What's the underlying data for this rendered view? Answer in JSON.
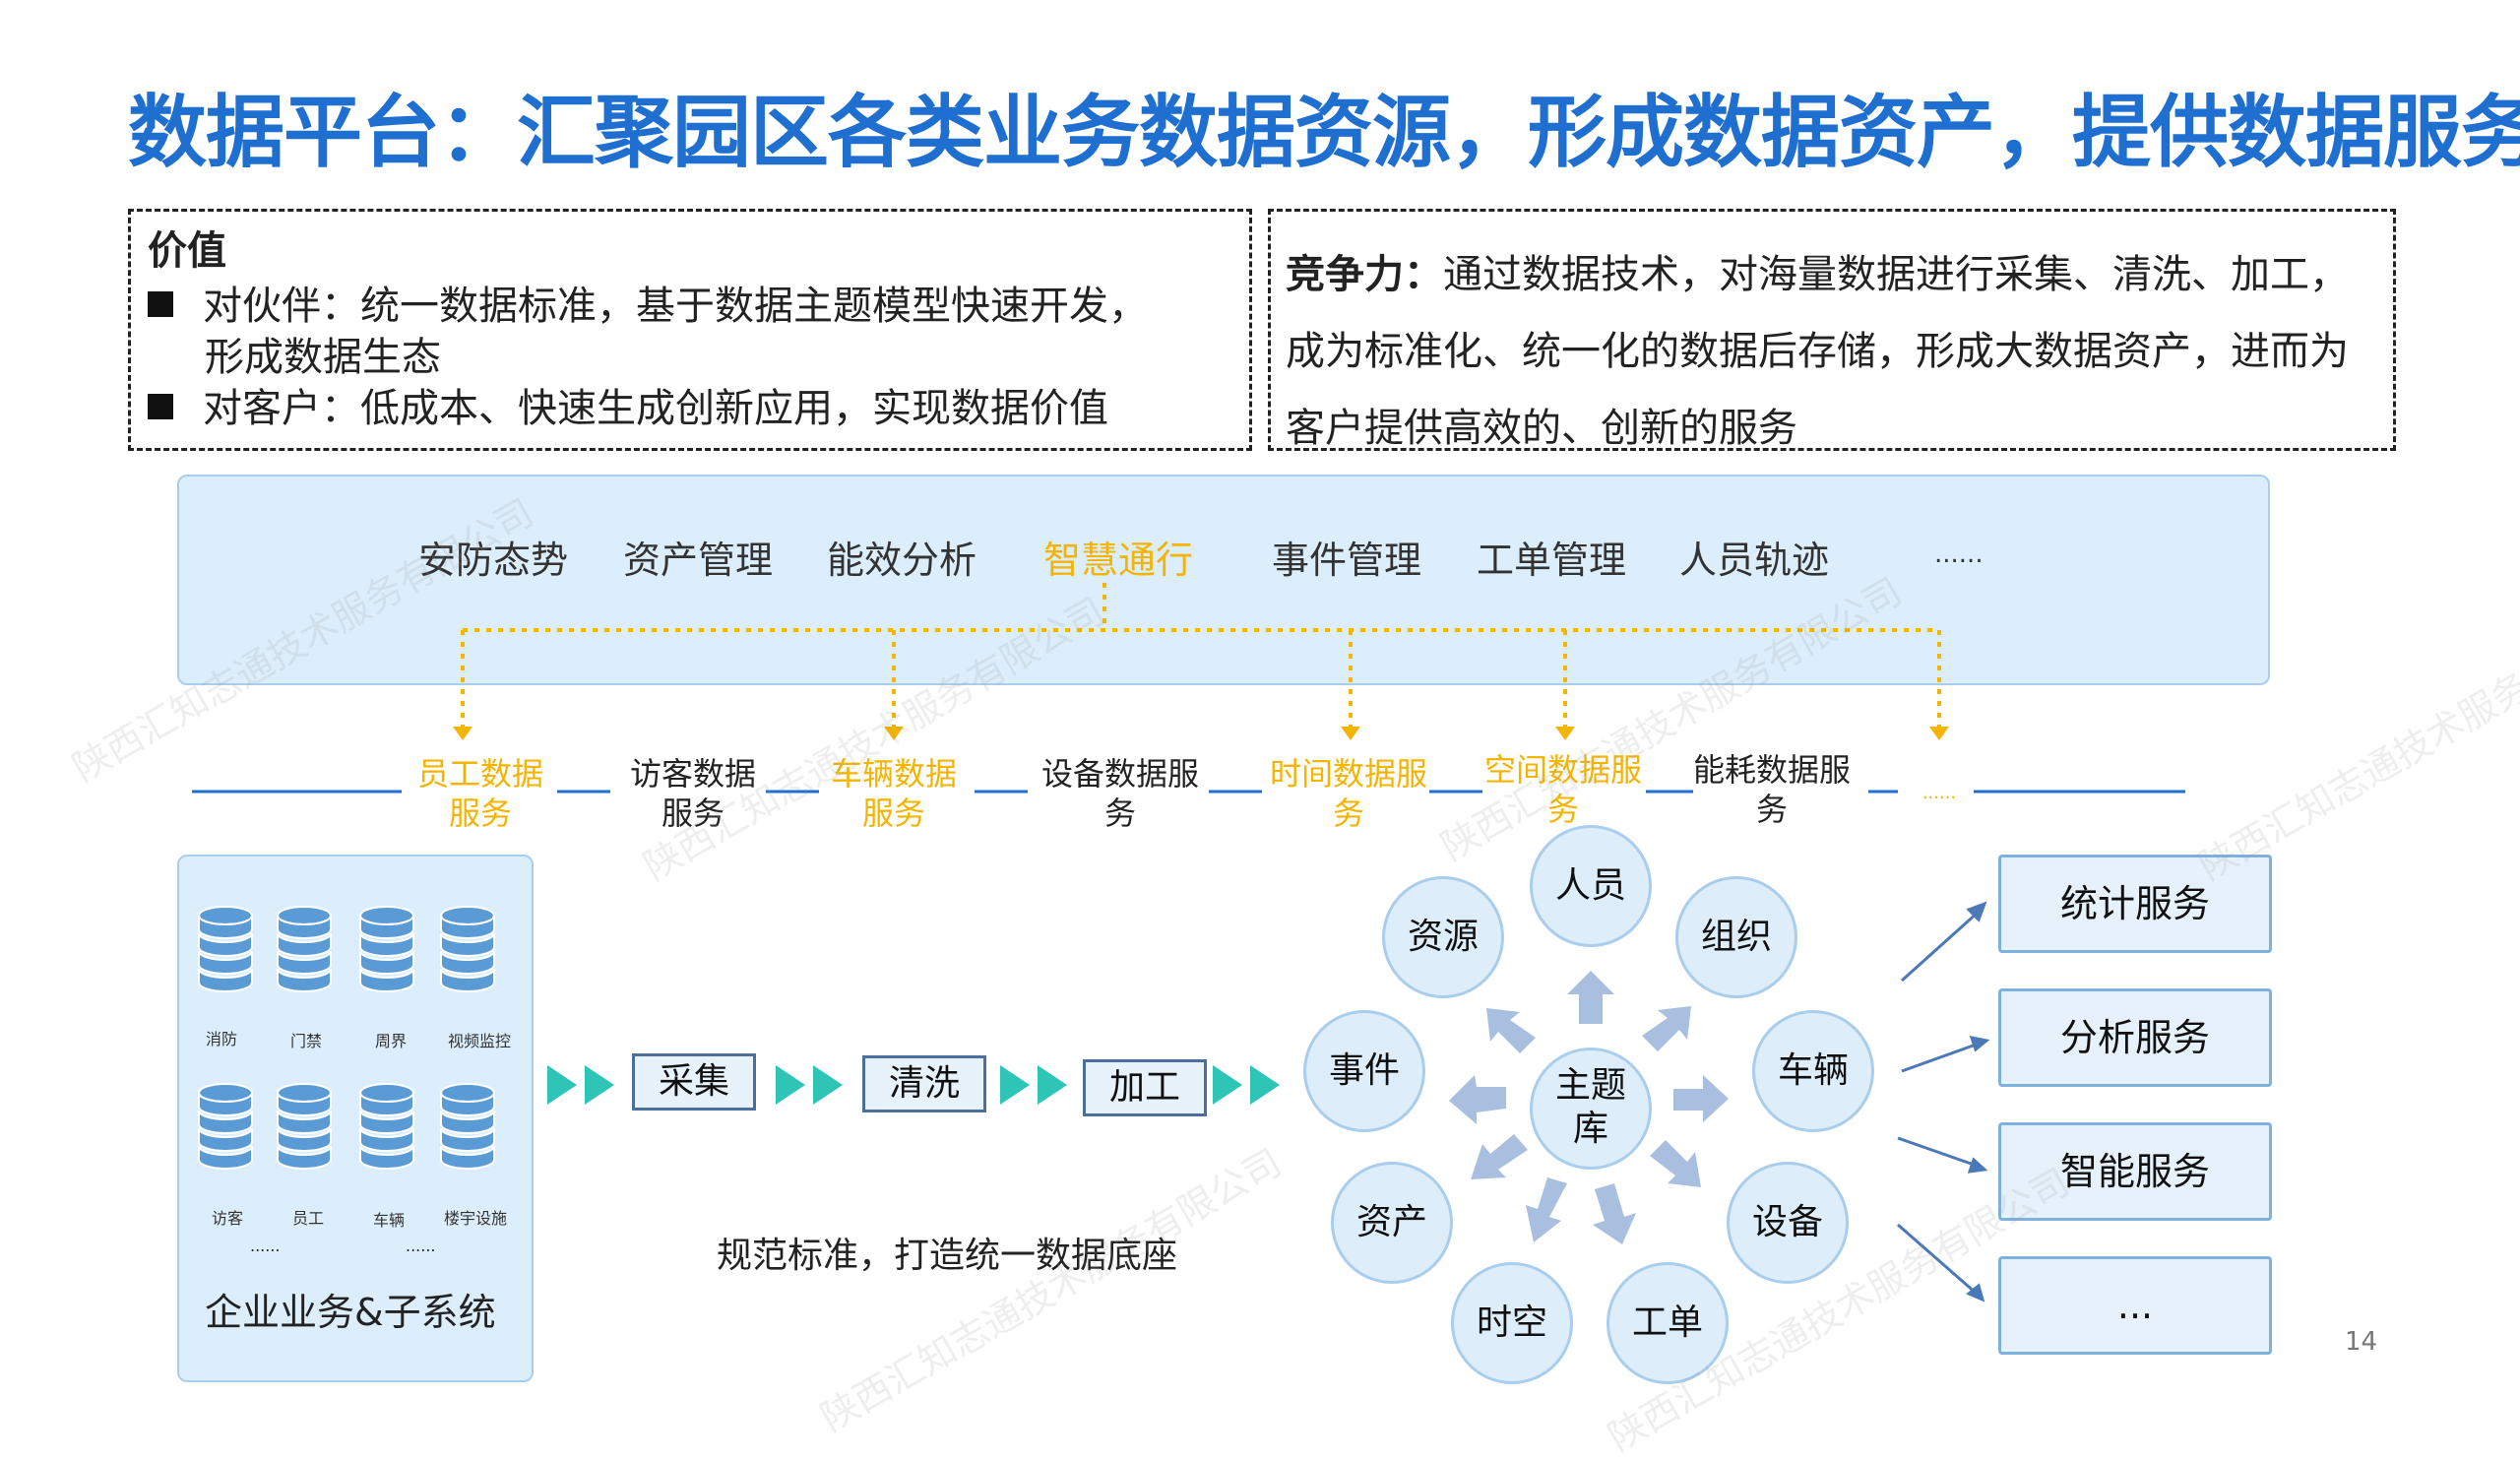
{
  "title": "数据平台：汇聚园区各类业务数据资源，形成数据资产，提供数据服务",
  "value": {
    "heading": "价值",
    "line1": "对伙伴：统一数据标准，基于数据主题模型快速开发，",
    "line1b": "形成数据生态",
    "line2": "对客户：低成本、快速生成创新应用，实现数据价值"
  },
  "competitiveness": {
    "label": "竞争力：",
    "text": "通过数据技术，对海量数据进行采集、清洗、加工，成为标准化、统一化的数据后存储，形成大数据资产，进而为客户提供高效的、创新的服务"
  },
  "apps": [
    "安防态势",
    "资产管理",
    "能效分析",
    "智慧通行",
    "事件管理",
    "工单管理",
    "人员轨迹",
    "......"
  ],
  "services": [
    {
      "l1": "员工数据",
      "l2": "服务"
    },
    {
      "l1": "访客数据",
      "l2": "服务"
    },
    {
      "l1": "车辆数据",
      "l2": "服务"
    },
    {
      "l1": "设备数据服",
      "l2": "务"
    },
    {
      "l1": "时间数据服",
      "l2": "务"
    },
    {
      "l1": "空间数据服",
      "l2": "务"
    },
    {
      "l1": "能耗数据服",
      "l2": "务"
    },
    {
      "l1": "......",
      "l2": ""
    }
  ],
  "enterprise": {
    "dbs": [
      "消防",
      "门禁",
      "周界",
      "视频监控",
      "访客",
      "员工",
      "车辆",
      "楼宇设施"
    ],
    "dots": "......",
    "label": "企业业务&子系统"
  },
  "steps": [
    "采集",
    "清洗",
    "加工"
  ],
  "pipeline_caption": "规范标准，打造统一数据底座",
  "hub": {
    "center": "主题库",
    "nodes": [
      "人员",
      "组织",
      "车辆",
      "设备",
      "工单",
      "时空",
      "资产",
      "事件",
      "资源"
    ]
  },
  "outputs": [
    "统计服务",
    "分析服务",
    "智能服务",
    "..."
  ],
  "page_number": "14",
  "watermark": "陕西汇知志通技术服务有限公司",
  "colors": {
    "title": "#1e6fd0",
    "highlight": "#f5b400",
    "panel": "#dceefb",
    "arrow": "#2ec4b6"
  }
}
